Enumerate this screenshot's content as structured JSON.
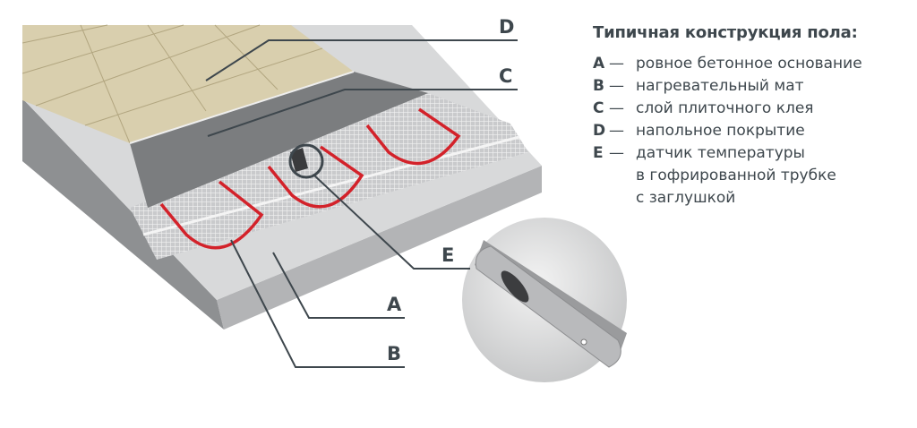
{
  "legend": {
    "title": "Типичная конструкция пола:",
    "dash": "—",
    "items": [
      {
        "key": "A",
        "text": "ровное бетонное основание"
      },
      {
        "key": "B",
        "text": "нагревательный мат"
      },
      {
        "key": "C",
        "text": "слой плиточного клея"
      },
      {
        "key": "D",
        "text": "напольное покрытие"
      },
      {
        "key": "E",
        "text": "датчик температуры\nв гофрированной трубке\nс заглушкой"
      }
    ]
  },
  "callouts": {
    "A": "A",
    "B": "B",
    "C": "C",
    "D": "D",
    "E": "E"
  },
  "colors": {
    "cable": "#d3222a",
    "tile": "#d9cfae",
    "adhesive": "#7b7d7f",
    "slab_top": "#d6d7d8",
    "slab_side": "#8e9092",
    "line": "#3e474d"
  }
}
